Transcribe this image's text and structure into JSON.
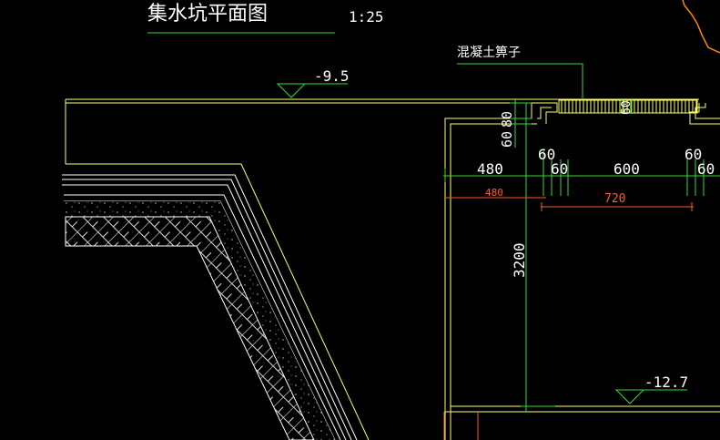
{
  "drawing": {
    "title": "集水坑平面图",
    "scale": "1:25",
    "grate_label": "混凝土箅子",
    "elevation_top": "-9.5",
    "elevation_bottom": "-12.7",
    "dims": {
      "d60_left": "60",
      "d80": "80",
      "d60_a": "60",
      "d480": "480",
      "d60_b": "60",
      "d600": "600",
      "d60_c": "60",
      "d60_d": "60",
      "d3200": "3200",
      "d60_grate": "60"
    },
    "red_dims": {
      "r480": "480",
      "r720": "720"
    }
  },
  "colors": {
    "yellow": "#ffff66",
    "green": "#33dd33",
    "white": "#ffffff",
    "red": "#ff5a2a",
    "orange": "#ff8800",
    "background": "#000000"
  }
}
